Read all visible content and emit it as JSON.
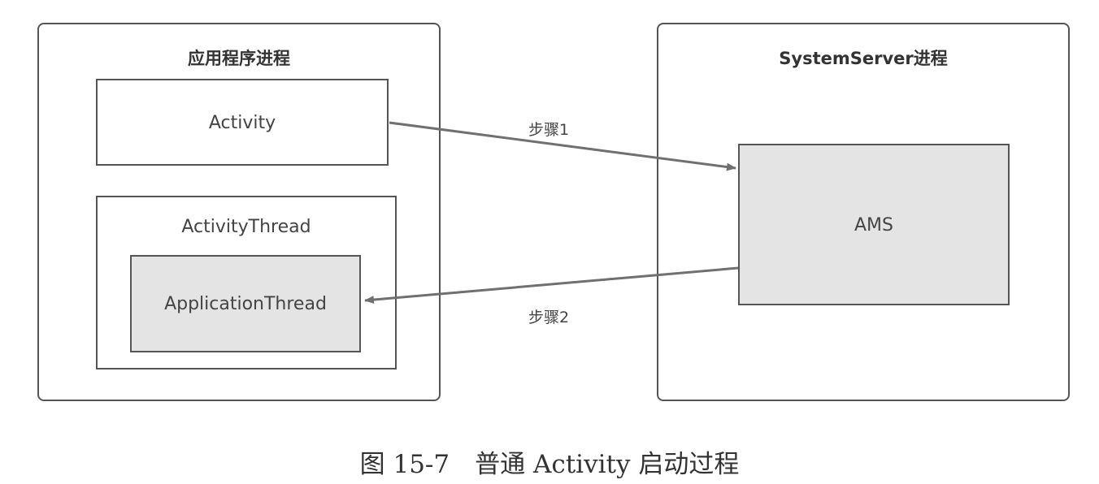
{
  "app_process": {
    "title": "应用程序进程",
    "activity_label": "Activity",
    "activity_thread_label": "ActivityThread",
    "application_thread_label": "ApplicationThread"
  },
  "system_server": {
    "title": "SystemServer进程",
    "ams_label": "AMS"
  },
  "steps": {
    "step1": "步骤1",
    "step2": "步骤2"
  },
  "caption": "图 15-7　普通 Activity 启动过程",
  "colors": {
    "border": "#555555",
    "shaded_box": "#e4e4e4",
    "arrow": "#707070"
  }
}
